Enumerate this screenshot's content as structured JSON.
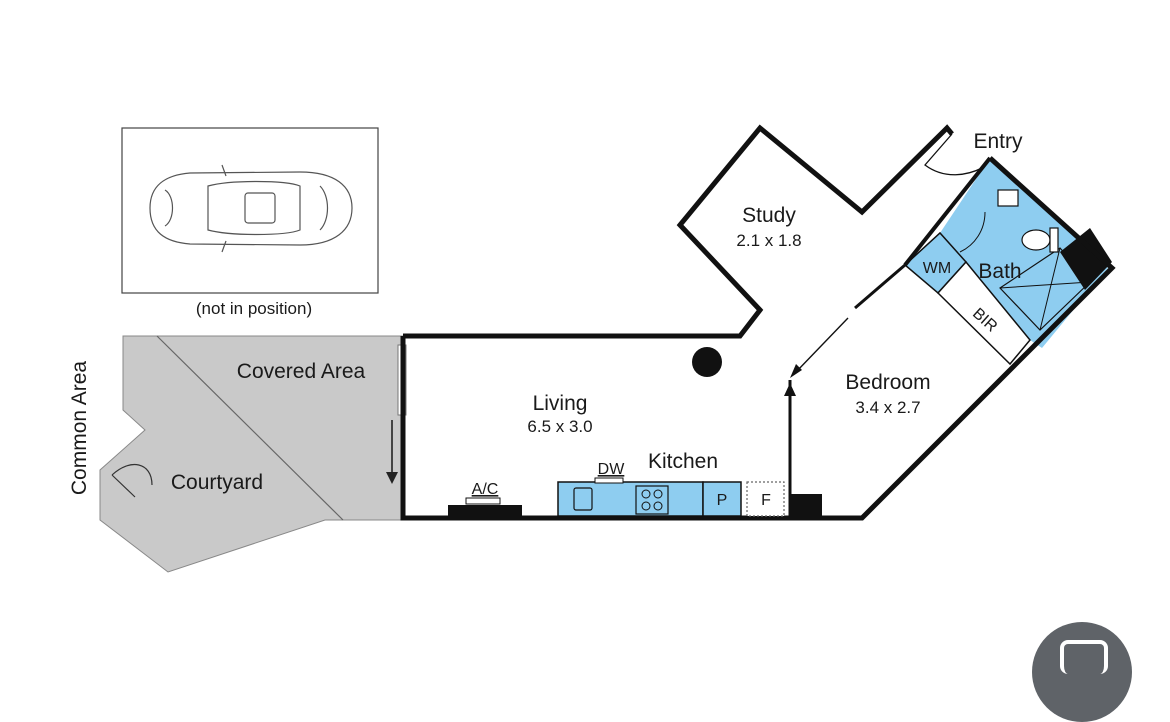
{
  "car_note": "(not in position)",
  "rooms": {
    "study": {
      "name": "Study",
      "dims": "2.1 x 1.8"
    },
    "living": {
      "name": "Living",
      "dims": "6.5 x 3.0"
    },
    "bedroom": {
      "name": "Bedroom",
      "dims": "3.4 x 2.7"
    },
    "kitchen": {
      "name": "Kitchen"
    },
    "bath": {
      "name": "Bath"
    },
    "entry": {
      "name": "Entry"
    }
  },
  "outdoor": {
    "covered_area": "Covered Area",
    "courtyard": "Courtyard",
    "common_area": "Common Area"
  },
  "fixtures": {
    "wm": "WM",
    "bir": "BIR",
    "dw": "DW",
    "ac": "A/C",
    "pantry": "P",
    "fridge": "F"
  },
  "colors": {
    "wall": "#111111",
    "wet_area": "#8ecdf0",
    "outdoor_fill": "#c9c9c9"
  },
  "icons": [
    "car-icon",
    "toilet-icon",
    "sink-icon",
    "cooktop-icon",
    "door-swing-icon",
    "google-lens-icon"
  ]
}
